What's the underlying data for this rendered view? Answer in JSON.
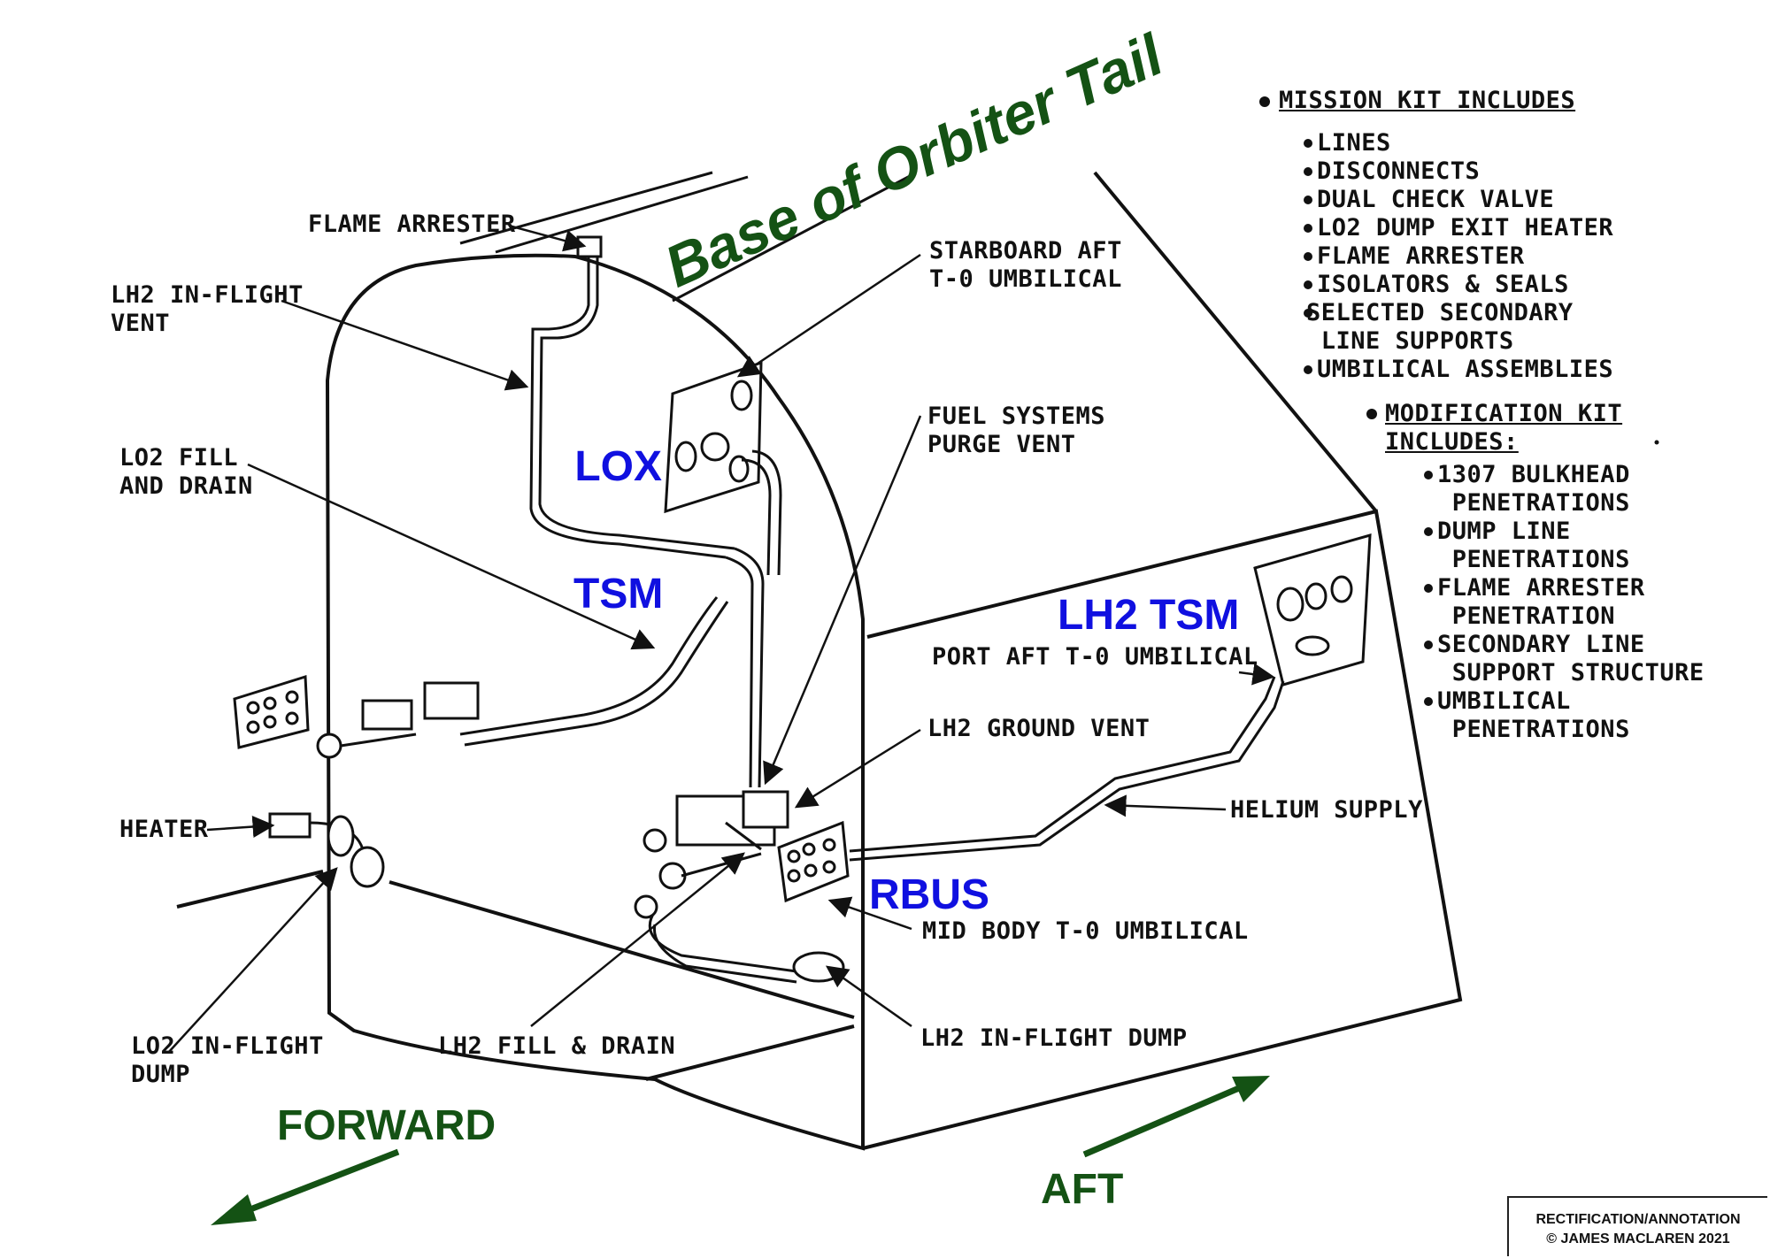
{
  "annotations": {
    "tail_label": "Base of Orbiter Tail",
    "lox_tsm": [
      "LOX",
      "TSM"
    ],
    "lh2_tsm": "LH2 TSM",
    "rbus": "RBUS",
    "forward": "FORWARD",
    "aft": "AFT"
  },
  "labels": {
    "flame_arrester": "FLAME ARRESTER",
    "lh2_inflight_vent": "LH2 IN-FLIGHT\nVENT",
    "starboard_umbilical": "STARBOARD AFT\nT-0 UMBILICAL",
    "lo2_fill_drain": "LO2 FILL\nAND DRAIN",
    "fuel_purge_vent": "FUEL SYSTEMS\nPURGE VENT",
    "port_umbilical": "PORT AFT T-0 UMBILICAL",
    "lh2_ground_vent": "LH2 GROUND VENT",
    "helium_supply": "HELIUM SUPPLY",
    "heater": "HEATER",
    "mid_body_umbilical": "MID BODY T-0 UMBILICAL",
    "lo2_inflight_dump": "LO2 IN-FLIGHT\nDUMP",
    "lh2_fill_drain": "LH2 FILL & DRAIN",
    "lh2_inflight_dump": "LH2 IN-FLIGHT DUMP"
  },
  "mission_kit": {
    "title": "MISSION KIT INCLUDES",
    "items": [
      "LINES",
      "DISCONNECTS",
      "DUAL CHECK VALVE",
      "LO2 DUMP EXIT HEATER",
      "FLAME ARRESTER",
      "ISOLATORS & SEALS",
      "SELECTED SECONDARY\n LINE SUPPORTS",
      "UMBILICAL ASSEMBLIES"
    ]
  },
  "modification_kit": {
    "title": "MODIFICATION KIT\nINCLUDES:",
    "items": [
      "1307 BULKHEAD\n PENETRATIONS",
      "DUMP LINE\n PENETRATIONS",
      "FLAME ARRESTER\n PENETRATION",
      "SECONDARY LINE\n SUPPORT STRUCTURE",
      "UMBILICAL\n PENETRATIONS"
    ]
  },
  "credit": {
    "line1": "RECTIFICATION/ANNOTATION",
    "line2": "© JAMES MACLAREN 2021"
  },
  "colors": {
    "line": "#111111",
    "annotation_blue": "#1010e0",
    "annotation_green": "#145214"
  }
}
